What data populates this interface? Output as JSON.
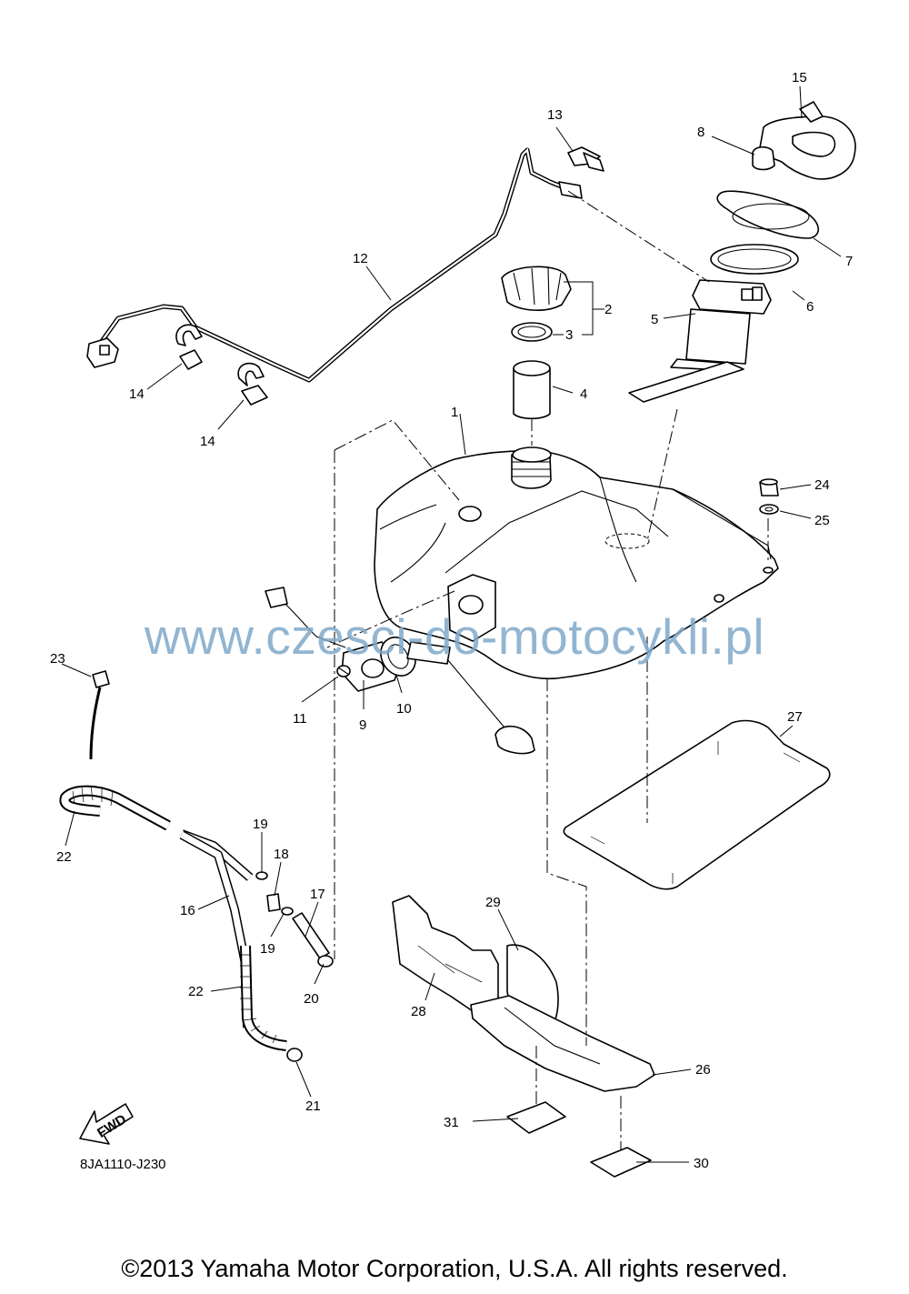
{
  "callouts": {
    "c1": "1",
    "c2": "2",
    "c3": "3",
    "c4": "4",
    "c5": "5",
    "c6": "6",
    "c7": "7",
    "c8": "8",
    "c9": "9",
    "c10": "10",
    "c11": "11",
    "c12": "12",
    "c13": "13",
    "c14a": "14",
    "c14b": "14",
    "c15": "15",
    "c16": "16",
    "c17": "17",
    "c18": "18",
    "c19a": "19",
    "c19b": "19",
    "c20": "20",
    "c21": "21",
    "c22a": "22",
    "c22b": "22",
    "c23": "23",
    "c24": "24",
    "c25": "25",
    "c26": "26",
    "c27": "27",
    "c28": "28",
    "c29": "29",
    "c30": "30",
    "c31": "31"
  },
  "fwd_label": "FWD",
  "diagram_code": "8JA1110-J230",
  "watermark": "www.czesci-do-motocykli.pl",
  "copyright": "©2013 Yamaha Motor Corporation, U.S.A. All rights reserved."
}
